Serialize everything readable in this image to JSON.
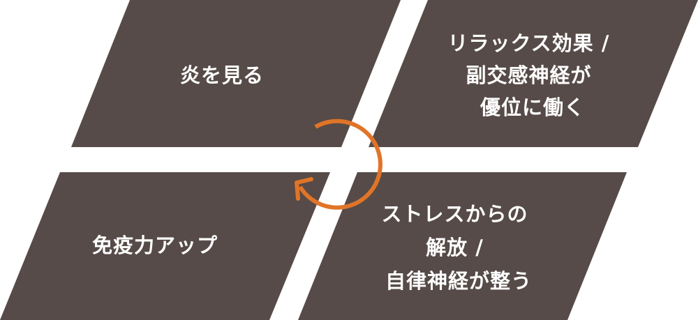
{
  "panels": {
    "top_left": {
      "lines": [
        "炎を見る"
      ]
    },
    "top_right": {
      "lines": [
        "リラックス効果 /",
        "副交感神経が",
        "優位に働く"
      ]
    },
    "bottom_right": {
      "lines": [
        "ストレスからの",
        "解放 /",
        "自律神経が整う"
      ]
    },
    "bottom_left": {
      "lines": [
        "免疫力アップ"
      ]
    }
  },
  "cycle_arrow": {
    "direction": "clockwise",
    "color": "#e07428"
  },
  "colors": {
    "panel": "#564b48",
    "text": "#ffffff",
    "background": "#ffffff"
  }
}
